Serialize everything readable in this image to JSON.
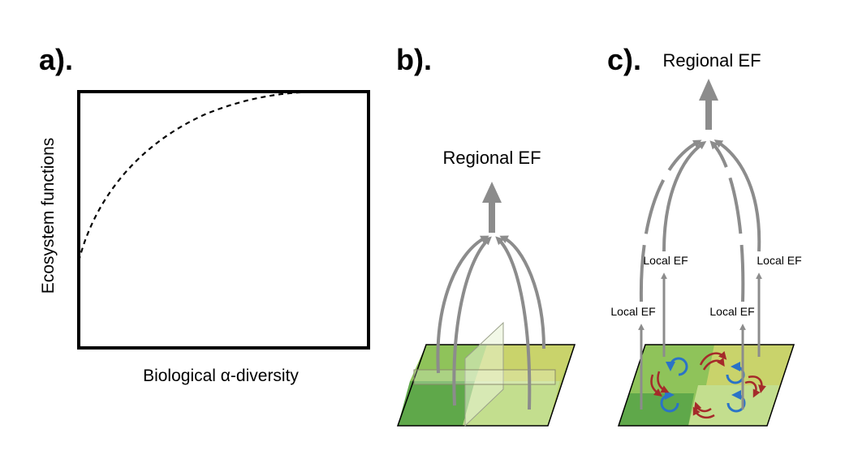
{
  "panel_a": {
    "label": "a).",
    "ylabel": "Ecosystem functions",
    "xlabel": "Biological α-diversity"
  },
  "panel_b": {
    "label": "b).",
    "top_label": "Regional EF"
  },
  "panel_c": {
    "label": "c).",
    "top_label": "Regional EF",
    "local_labels": [
      "Local EF",
      "Local EF",
      "Local EF",
      "Local EF"
    ]
  },
  "colors": {
    "arrow_gray": "#8c8c8c",
    "green_dark": "#5fa84a",
    "green_mid": "#8fc35a",
    "green_yellow": "#c9d36b",
    "green_light": "#c3de8e",
    "blue_loop": "#2a73c7",
    "red_arrow": "#a52a2a"
  }
}
